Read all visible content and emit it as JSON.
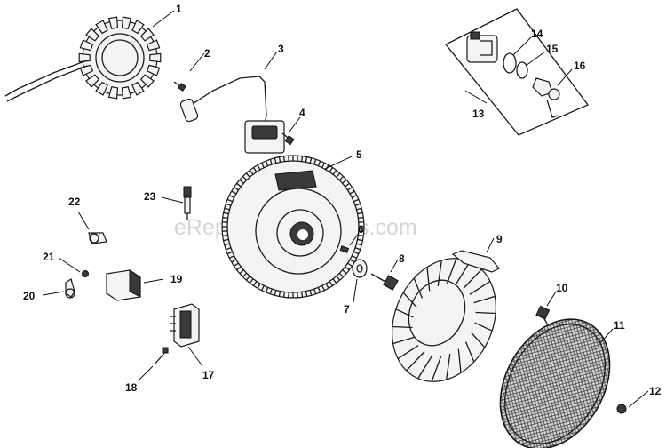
{
  "watermark": "eReplacementParts.com",
  "callouts": [
    {
      "label": "1",
      "part": "stator"
    },
    {
      "label": "2",
      "part": "screw"
    },
    {
      "label": "3",
      "part": "ignition-module"
    },
    {
      "label": "4",
      "part": "screw"
    },
    {
      "label": "5",
      "part": "flywheel"
    },
    {
      "label": "6",
      "part": "key"
    },
    {
      "label": "7",
      "part": "washer"
    },
    {
      "label": "8",
      "part": "bolt"
    },
    {
      "label": "9",
      "part": "fan"
    },
    {
      "label": "10",
      "part": "screw"
    },
    {
      "label": "11",
      "part": "grass-screen"
    },
    {
      "label": "12",
      "part": "screw"
    },
    {
      "label": "13",
      "part": "switch-kit"
    },
    {
      "label": "14",
      "part": "switch"
    },
    {
      "label": "15",
      "part": "nut"
    },
    {
      "label": "16",
      "part": "key-set"
    },
    {
      "label": "17",
      "part": "regulator"
    },
    {
      "label": "18",
      "part": "screw"
    },
    {
      "label": "19",
      "part": "rectifier"
    },
    {
      "label": "20",
      "part": "clamp"
    },
    {
      "label": "21",
      "part": "screw"
    },
    {
      "label": "22",
      "part": "clamp"
    },
    {
      "label": "23",
      "part": "spark-plug"
    }
  ]
}
